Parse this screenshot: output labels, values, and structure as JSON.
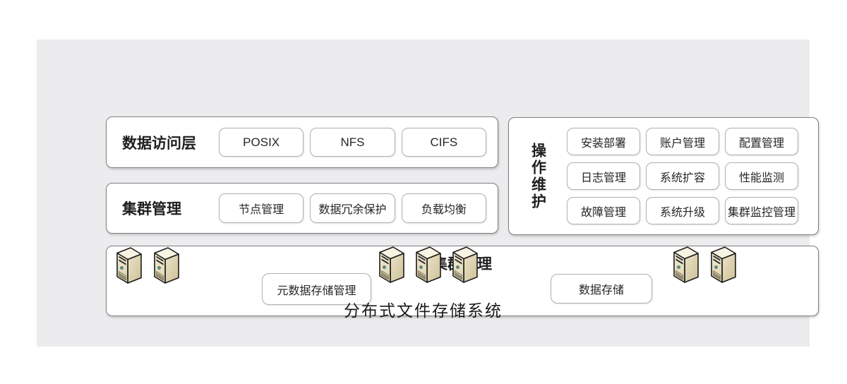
{
  "diagram": {
    "title": "分布式文件存储系统",
    "data_access_layer": {
      "label": "数据访问层",
      "items": [
        "POSIX",
        "NFS",
        "CIFS"
      ]
    },
    "cluster_management": {
      "label": "集群管理",
      "items": [
        "节点管理",
        "数据冗余保护",
        "负载均衡"
      ]
    },
    "operations_maintenance": {
      "label": "操作维护",
      "items": [
        "安装部署",
        "账户管理",
        "配置管理",
        "日志管理",
        "系统扩容",
        "性能监测",
        "故障管理",
        "系统升级",
        "集群监控管理"
      ]
    },
    "storage_cluster": {
      "label": "集群管理",
      "items": [
        "元数据存储管理",
        "数据存储"
      ],
      "server_groups": [
        2,
        3,
        2
      ]
    },
    "icons": {
      "server": "server-tower-icon"
    },
    "colors": {
      "panel_bg": "#ececee",
      "box_bg": "#ffffff",
      "box_border": "#7f7f7f",
      "chip_border": "#b0b0b0",
      "text": "#222222",
      "server_body": "#eee6c9",
      "server_outline": "#1c1c1c",
      "server_led": "#57a09b"
    }
  }
}
